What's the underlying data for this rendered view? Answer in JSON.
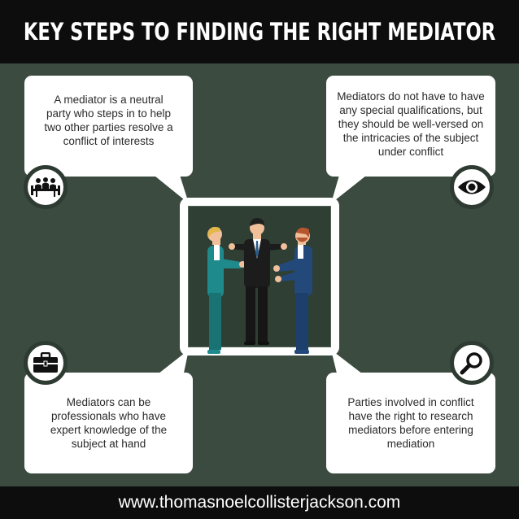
{
  "title": "KEY STEPS TO FINDING THE RIGHT MEDIATOR",
  "steps": {
    "top_left": {
      "text": "A mediator is a neutral party who steps in to help two other parties resolve a conflict of interests",
      "icon": "meeting-icon"
    },
    "top_right": {
      "text": "Mediators do not have to have any special qualifications, but they should be well-versed on the intricacies of the subject under conflict",
      "icon": "eye-icon"
    },
    "bottom_left": {
      "text": "Mediators can be professionals who have expert knowledge of the subject at hand",
      "icon": "briefcase-icon"
    },
    "bottom_right": {
      "text": "Parties involved in conflict have the right to research mediators before entering mediation",
      "icon": "magnifier-icon"
    }
  },
  "footer": {
    "url": "www.thomasnoelcollisterjackson.com"
  },
  "colors": {
    "background": "#3b4b40",
    "bar": "#0d0d0d",
    "teal": "#1f8a8c",
    "navy": "#23497a",
    "suit": "#1c1c1c"
  }
}
